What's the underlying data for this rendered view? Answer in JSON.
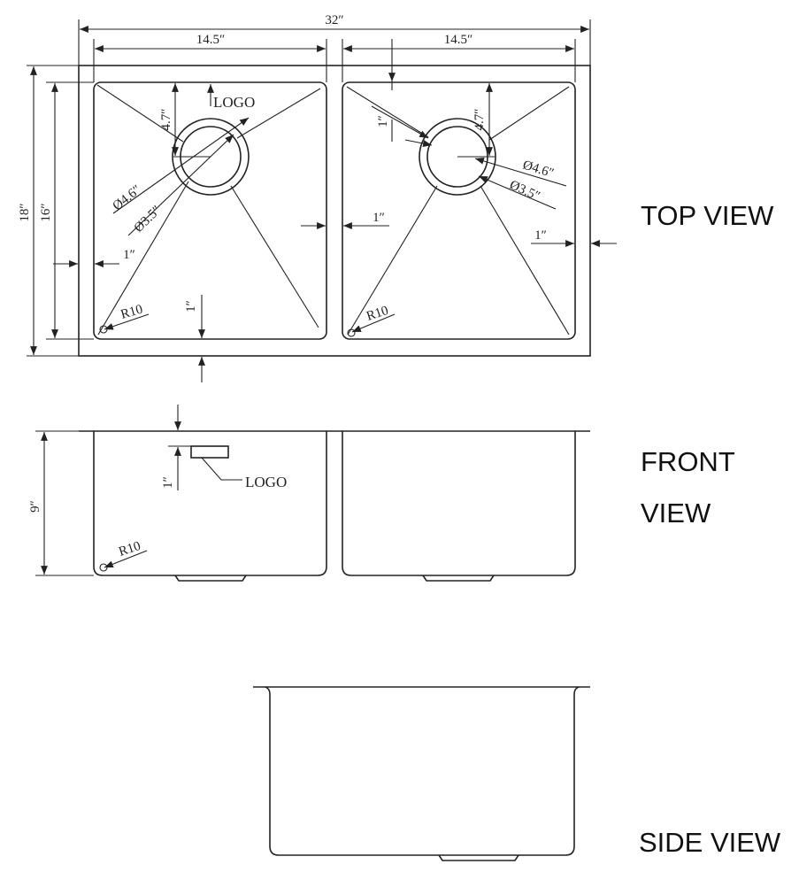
{
  "views": {
    "top": "TOP VIEW",
    "front_line1": "FRONT",
    "front_line2": "VIEW",
    "side": "SIDE VIEW"
  },
  "dimensions": {
    "overall_width": "32″",
    "left_bowl_width": "14.5″",
    "right_bowl_width": "14.5″",
    "overall_depth": "18″",
    "bowl_depth": "16″",
    "left_drain_offset": "4.7″",
    "right_drain_offset": "4.7″",
    "right_drain_side_offset": "1″",
    "left_drain_outer_diameter": "Ø4.6″",
    "left_drain_inner_diameter": "Ø3.5″",
    "right_drain_outer_diameter": "Ø4.6″",
    "right_drain_inner_diameter": "Ø3.5″",
    "left_flange": "1″",
    "divider_width": "1″",
    "right_flange": "1″",
    "bottom_flange": "1″",
    "left_corner_radius": "R10",
    "right_corner_radius": "R10",
    "height": "9″",
    "logo_offset": "1″",
    "front_corner_radius": "R10"
  },
  "labels": {
    "logo_top": "LOGO",
    "logo_front": "LOGO"
  }
}
